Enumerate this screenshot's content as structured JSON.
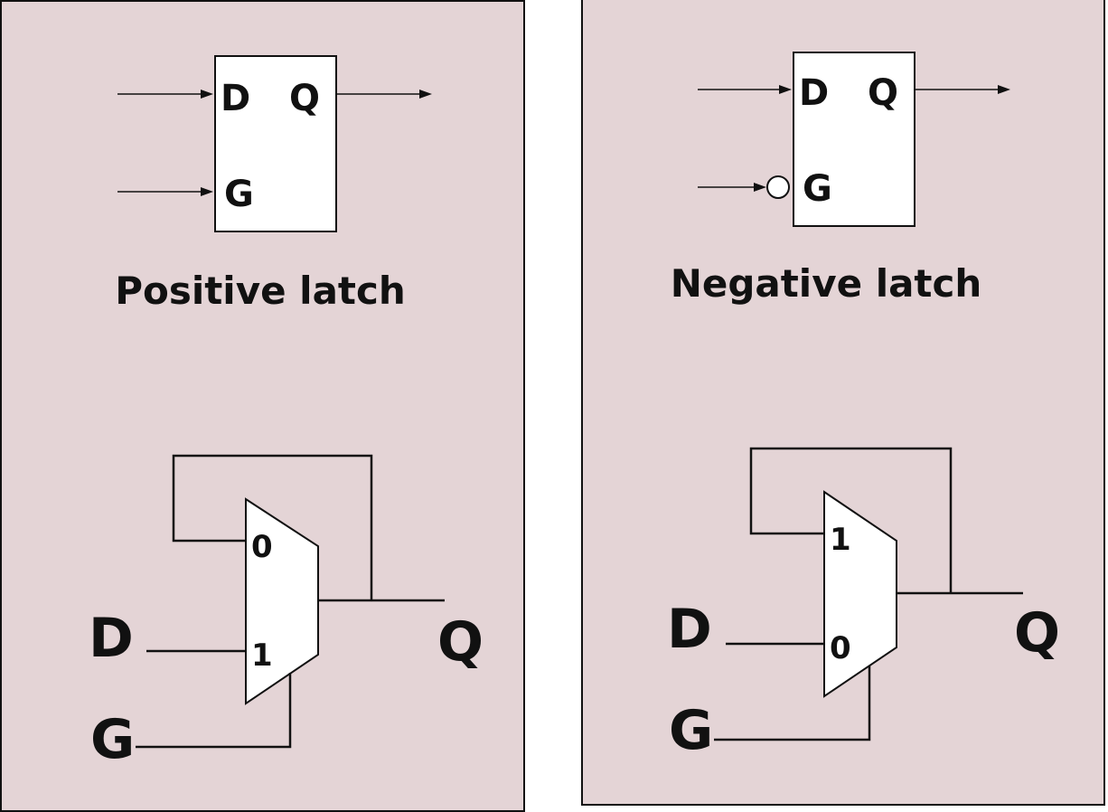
{
  "panels": {
    "positive": {
      "caption": "Positive latch",
      "symbol": {
        "d_pin": "D",
        "q_pin": "Q",
        "g_pin": "G"
      },
      "mux": {
        "top_input": "0",
        "bottom_input": "1",
        "d_label": "D",
        "q_label": "Q",
        "g_label": "G"
      }
    },
    "negative": {
      "caption": "Negative latch",
      "symbol": {
        "d_pin": "D",
        "q_pin": "Q",
        "g_pin": "G"
      },
      "mux": {
        "top_input": "1",
        "bottom_input": "0",
        "d_label": "D",
        "q_label": "Q",
        "g_label": "G"
      }
    }
  },
  "colors": {
    "panel_background": "#e4d4d6",
    "stroke": "#111111",
    "box_fill": "#ffffff"
  }
}
